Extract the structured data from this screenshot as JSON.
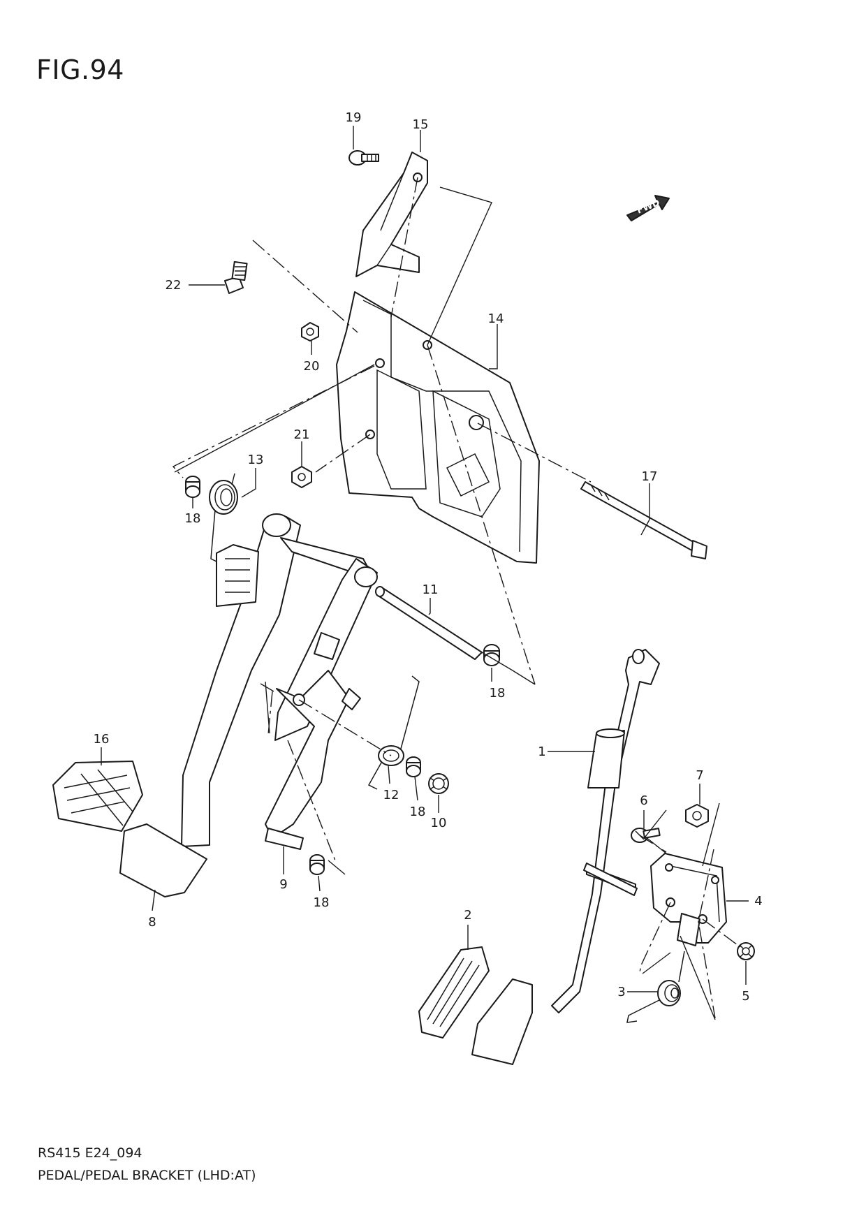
{
  "figure": {
    "title": "FIG.94",
    "code": "RS415 E24_094",
    "name": "PEDAL/PEDAL BRACKET (LHD:AT)",
    "direction_label": "FWD"
  },
  "callouts": {
    "c1": "1",
    "c2": "2",
    "c3": "3",
    "c4": "4",
    "c5": "5",
    "c6": "6",
    "c7": "7",
    "c8": "8",
    "c9": "9",
    "c10": "10",
    "c11": "11",
    "c12": "12",
    "c13": "13",
    "c14": "14",
    "c15": "15",
    "c16": "16",
    "c17": "17",
    "c18a": "18",
    "c18b": "18",
    "c18c": "18",
    "c18d": "18",
    "c19": "19",
    "c20": "20",
    "c21": "21",
    "c22": "22"
  }
}
